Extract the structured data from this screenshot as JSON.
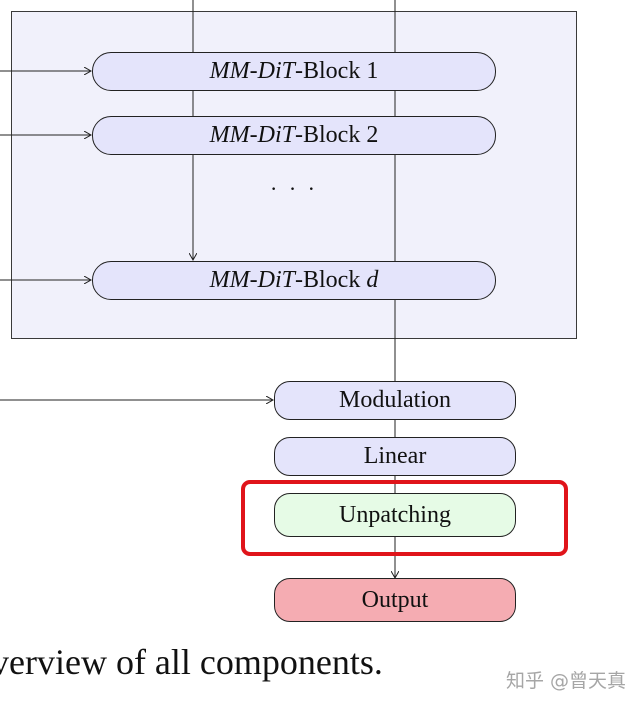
{
  "blocks": {
    "b1": {
      "italic": "MM-DiT",
      "suffix": "-Block 1"
    },
    "b2": {
      "italic": "MM-DiT",
      "suffix": "-Block 2"
    },
    "ellipsis": "· · ·",
    "bd": {
      "italic": "MM-DiT",
      "suffix": "-Block ",
      "index": "d"
    }
  },
  "stages": {
    "modulation": "Modulation",
    "linear": "Linear",
    "unpatching": "Unpatching",
    "output": "Output"
  },
  "highlight_color": "#e0141a",
  "caption": "verview of all components.",
  "watermark": "知乎 @曾天真"
}
